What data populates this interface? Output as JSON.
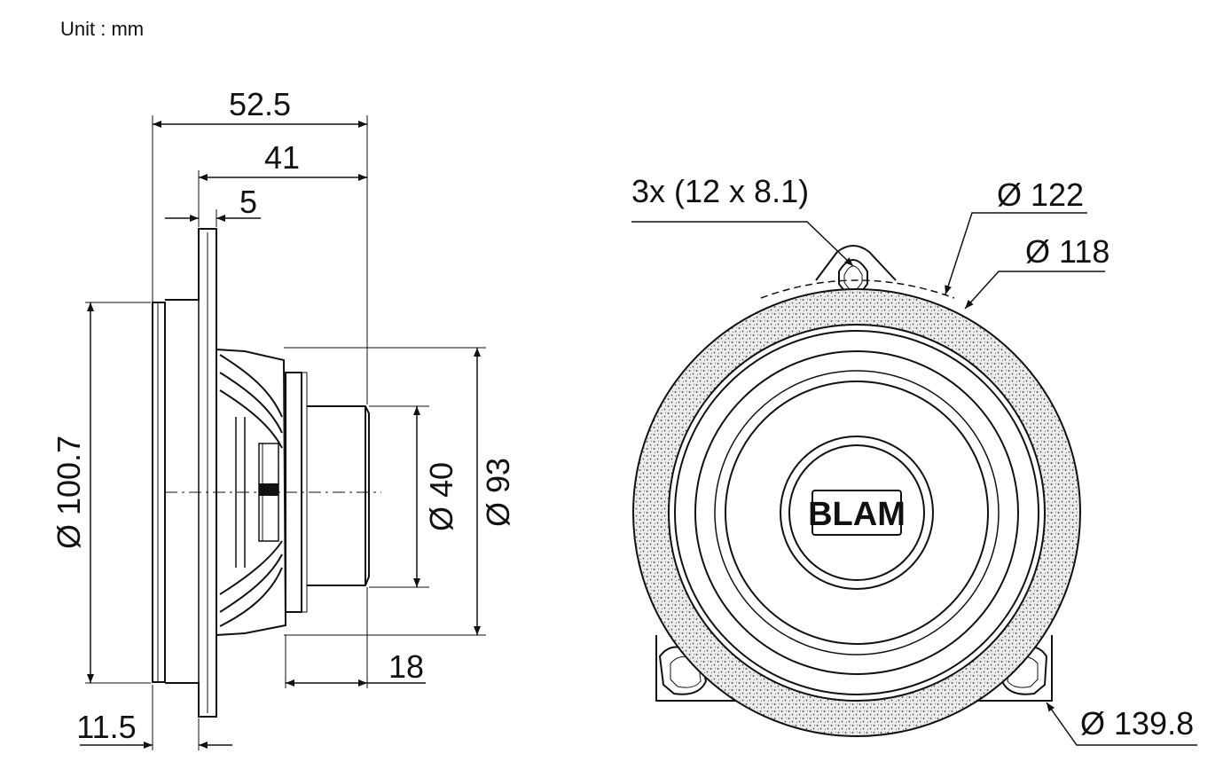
{
  "unit_label": "Unit : mm",
  "side_view": {
    "dims": {
      "overall_depth": "52.5",
      "depth_41": "41",
      "flange_5": "5",
      "diameter_100_7": "Ø 100.7",
      "diameter_40": "Ø 40",
      "diameter_93": "Ø 93",
      "depth_18": "18",
      "depth_11_5": "11.5"
    }
  },
  "front_view": {
    "dims": {
      "mounting_holes": "3x (12 x 8.1)",
      "diameter_122": "Ø 122",
      "diameter_118": "Ø 118",
      "diameter_139_8": "Ø 139.8"
    },
    "logo": "BLAM"
  },
  "colors": {
    "line": "#111111",
    "background": "#ffffff",
    "foam_fill": "#e6e6e6"
  }
}
